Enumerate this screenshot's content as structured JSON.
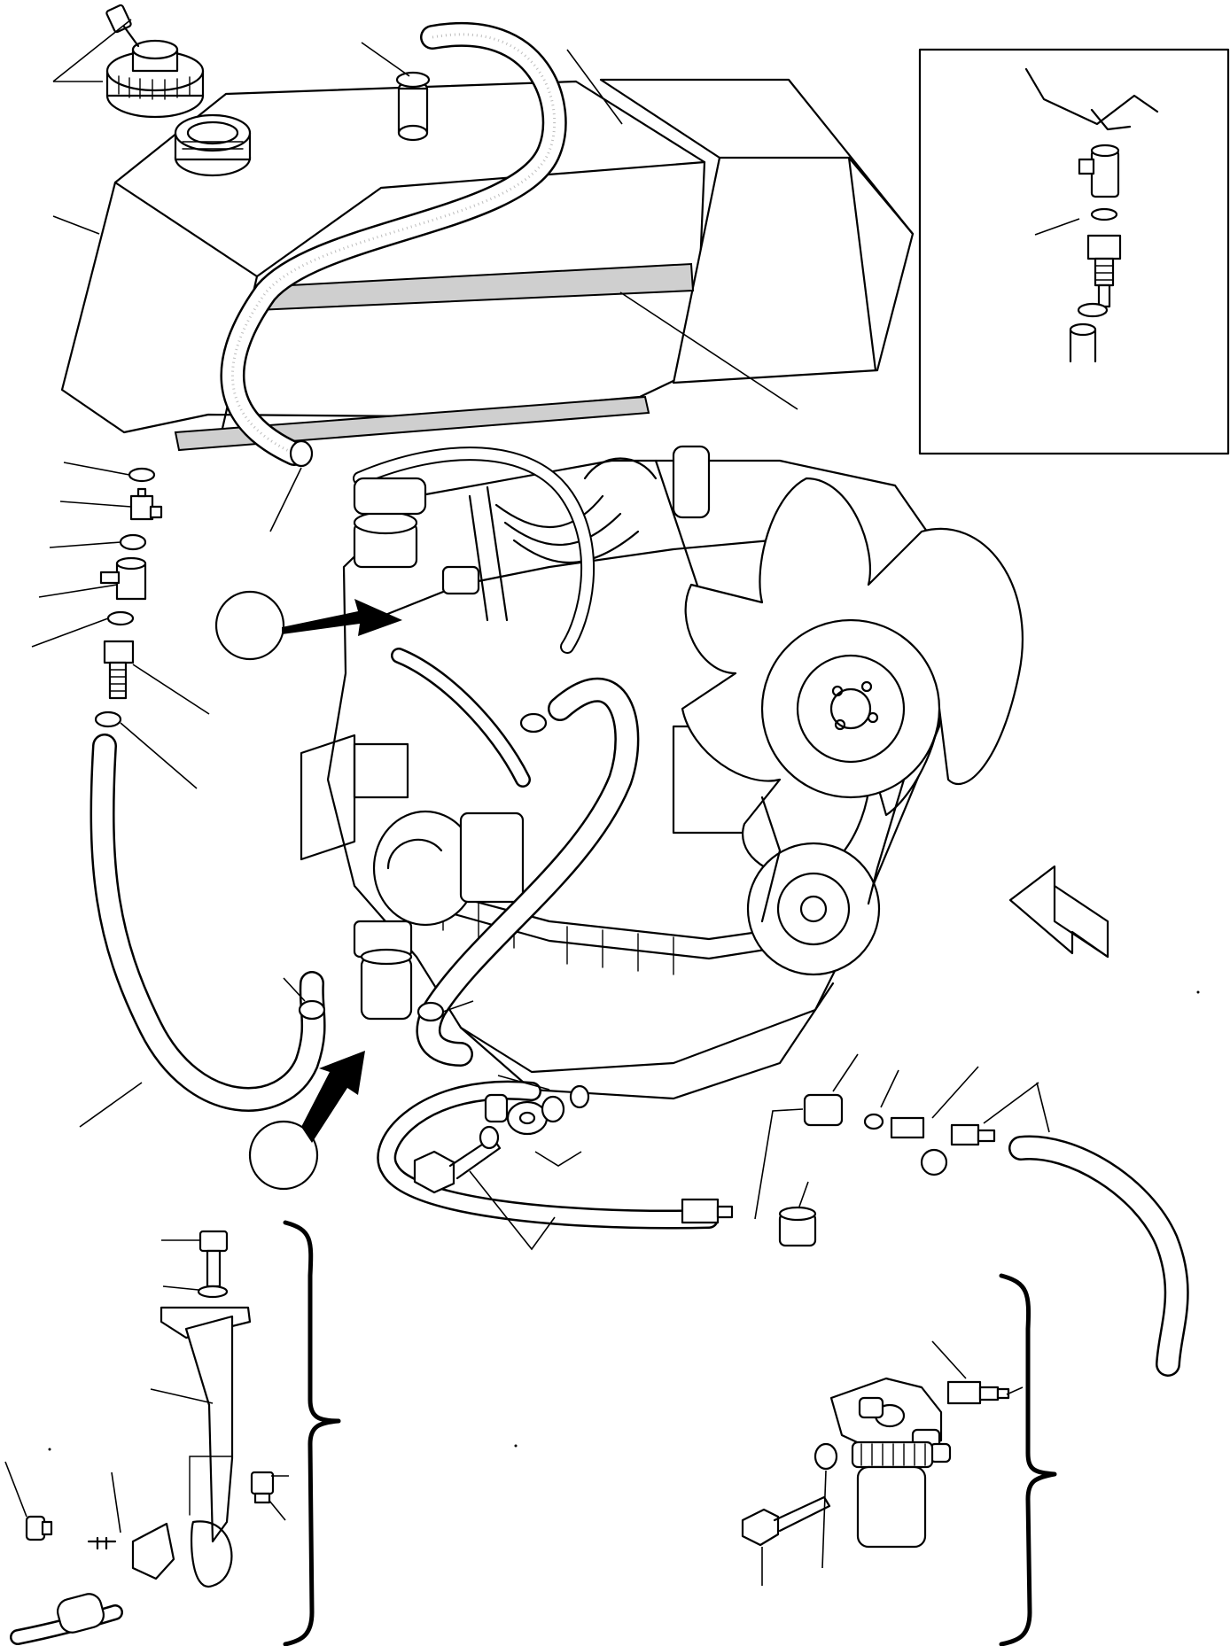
{
  "diagram": {
    "type": "exploded-parts-illustration",
    "subject_icon": "engine-fuel-system-icon",
    "text_labels": [],
    "callout_bubbles": [
      {
        "id": "bubble-upper",
        "text": ""
      },
      {
        "id": "bubble-lower",
        "text": ""
      }
    ],
    "direction_arrow_icon": "view-direction-arrow-icon",
    "inset_detail_icon": "fitting-detail-inset-icon"
  }
}
